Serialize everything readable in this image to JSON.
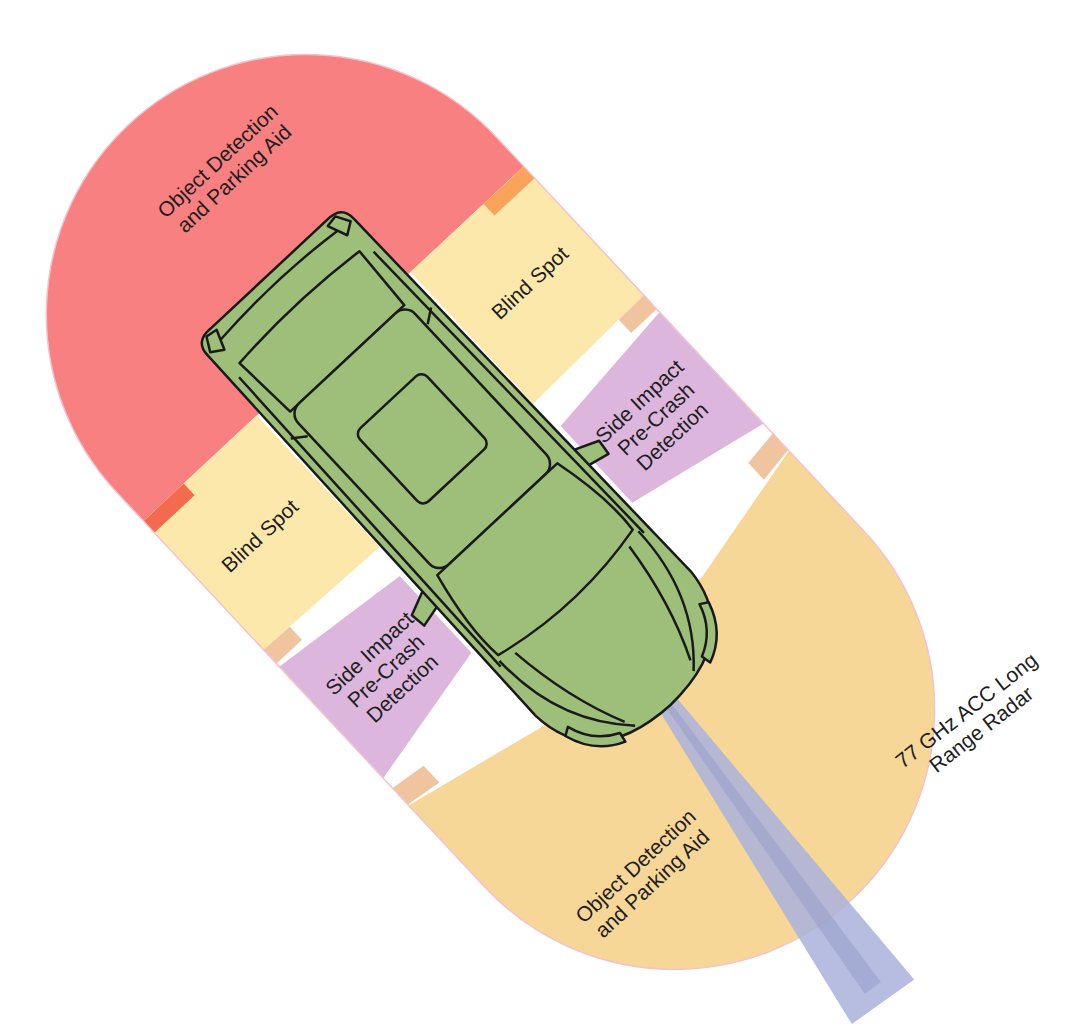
{
  "diagram": {
    "nodes": [
      {
        "text": [
          "Object Detection and Parking Aid"
        ]
      },
      {
        "text": [
          "Blind Spot"
        ]
      },
      {
        "text": [
          "Side Impact Pre-Crash Detection"
        ]
      },
      {
        "text": [
          "Blind Spot"
        ]
      },
      {
        "text": [
          "Side Impact Pre-Crash Detection"
        ]
      },
      {
        "text": [
          "Object Detection and Parking Aid"
        ]
      }
    ],
    "labels": [
      "77 GHz ACC Long Range Radar"
    ]
  }
}
